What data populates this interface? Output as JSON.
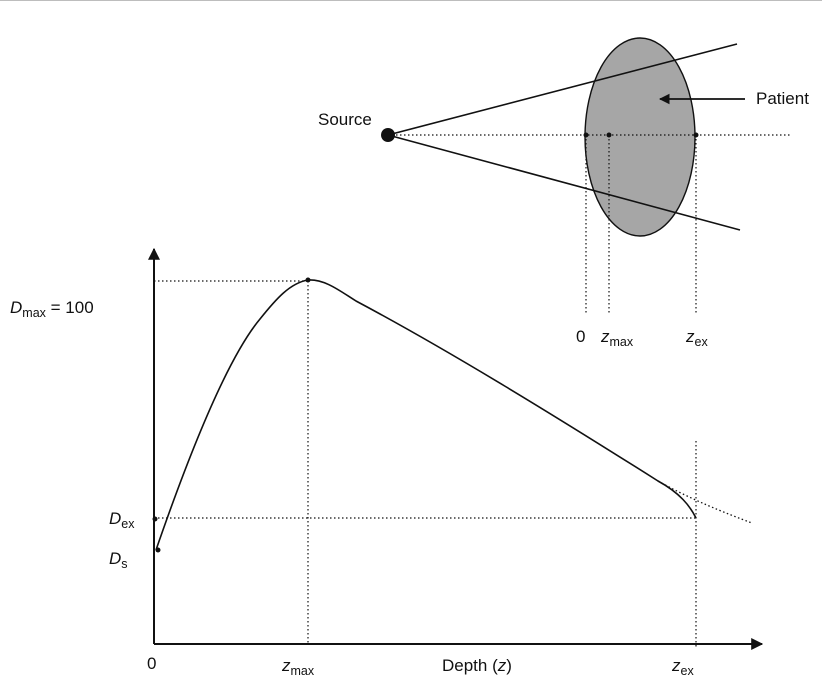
{
  "diagram": {
    "source_label": "Source",
    "patient_label": "Patient",
    "beam_marks": {
      "zero": "0",
      "zmax_main": "z",
      "zmax_sub": "max",
      "zex_main": "z",
      "zex_sub": "ex"
    }
  },
  "graph": {
    "dmax_main": "D",
    "dmax_sub": "max",
    "dmax_value": " = 100",
    "dex_main": "D",
    "dex_sub": "ex",
    "ds_main": "D",
    "ds_sub": "s",
    "x_origin": "0",
    "x_zmax_main": "z",
    "x_zmax_sub": "max",
    "x_label_prefix": "Depth (",
    "x_label_var": "z",
    "x_label_suffix": ")",
    "x_zex_main": "z",
    "x_zex_sub": "ex"
  },
  "colors": {
    "ink": "#111111",
    "patient_fill": "#a6a6a6"
  }
}
